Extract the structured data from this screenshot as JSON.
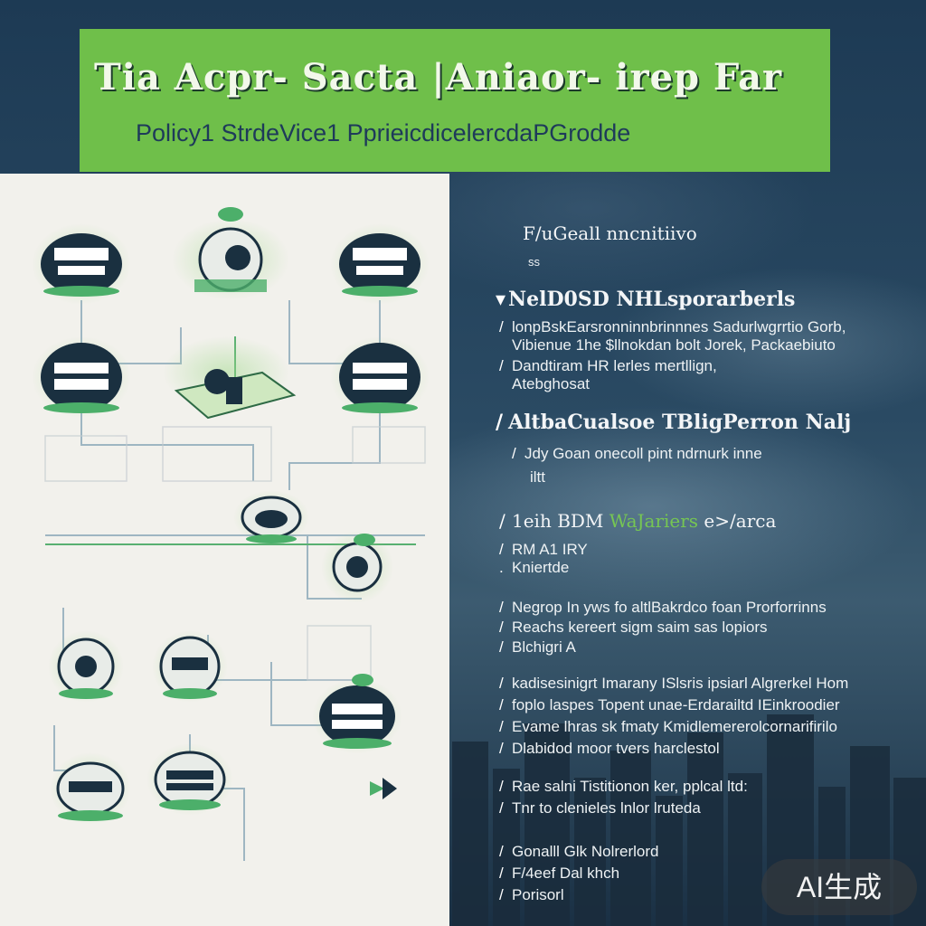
{
  "banner": {
    "title": "Tia Acpr- Sacta   |Aniaor- irep  Far",
    "subtitle": "Policy1 StrdeVice1 PprieicdicelercdaPGrodde"
  },
  "colors": {
    "green": "#6fbf4a",
    "navy": "#1e3a5a",
    "panel": "#f2f1ec"
  },
  "right": {
    "intro": "F/uGeall nncnitiivo",
    "intro_sub": "ss",
    "section1": {
      "heading": "NelD0SD NHLsporarberls",
      "items": [
        "lonpBskEarsronninnbrinnnes Sadurlwgrrtio Gorb,",
        "Vibienue 1he $llnokdan bolt Jorek, Packaebiuto",
        "Dandtiram HR lerles mertllign,",
        "Atebghosat"
      ]
    },
    "section2": {
      "heading": "AltbaCualsoe TBligPerron Nalj",
      "items": [
        "Jdy Goan onecoll pint ndrnurk inne",
        "iltt"
      ]
    },
    "section3": {
      "heading_prefix": "1eih BDM ",
      "heading_green": "WaJariers",
      "heading_suffix": " e>/arca",
      "items": [
        "RM A1 IRY",
        "Kniertde"
      ]
    },
    "section4": {
      "items": [
        "Negrop In yws fo altlBakrdco foan Prorforrinns",
        "Reachs kereert sigm saim sas lopiors",
        "Blchigri A"
      ]
    },
    "section5": {
      "items": [
        "kadisesinigrt Imarany ISlsris ipsiarl Algrerkel Hom",
        "foplo laspes Topent unae-Erdarailtd IEinkroodier",
        "Evame lhras sk fmaty Kmidlemererolcornarifirilo",
        "Dlabidod moor tvers harclestol"
      ]
    },
    "section6": {
      "items": [
        "Rae salni Tistitionon ker, pplcal ltd:",
        "Tnr to clenieles lnlor lruteda"
      ]
    },
    "section7": {
      "items": [
        "Gonalll Glk Nolrerlord",
        "F/4eef Dal khch",
        "Porisorl"
      ]
    }
  },
  "watermark": "AI生成"
}
